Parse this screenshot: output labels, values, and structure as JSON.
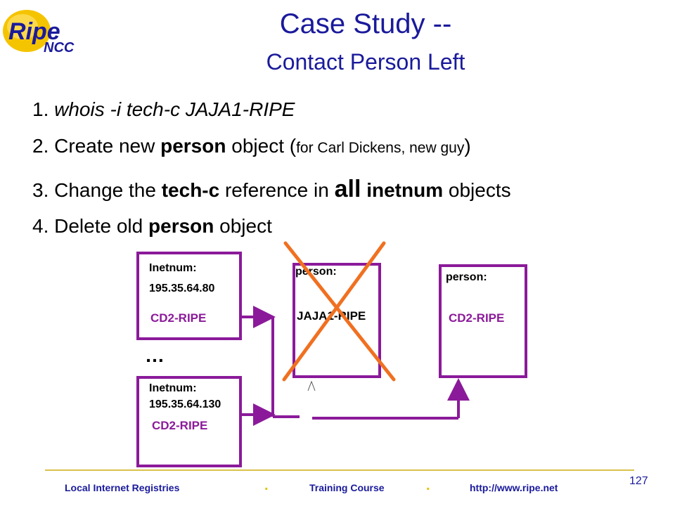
{
  "logo": {
    "main": "Ripe",
    "sub": "NCC"
  },
  "title": {
    "line1": "Case Study --",
    "line2": "Contact Person Left"
  },
  "steps": [
    {
      "num": "1.",
      "text": "whois -i tech-c JAJA1-RIPE"
    },
    {
      "num": "2.",
      "pre": "Create new",
      "bold": "person",
      "mid": "object (",
      "small": "for Carl Dickens, new guy",
      "post": ")"
    },
    {
      "num": "3.",
      "pre": "Change the",
      "bold": "tech-c",
      "mid": "reference in",
      "big": "all",
      "bold2": "inetnum",
      "post": "objects"
    },
    {
      "num": "4.",
      "pre": "Delete old",
      "bold": "person",
      "post": "object"
    }
  ],
  "diagram": {
    "inetnum1": {
      "label": "Inetnum:",
      "address": "195.35.64.80",
      "ref": "CD2-RIPE"
    },
    "inetnum2": {
      "label": "Inetnum:",
      "address": "195.35.64.130",
      "ref": "CD2-RIPE"
    },
    "old_person": {
      "label": "person:",
      "handle": "JAJA1-RIPE"
    },
    "new_person": {
      "label": "person:",
      "handle": "CD2-RIPE"
    },
    "ellipsis": "…",
    "colors": {
      "box": "#8b1a9a",
      "cross": "#f07020"
    }
  },
  "footer": {
    "left": "Local Internet Registries",
    "center": "Training Course",
    "right": "http://www.ripe.net",
    "separator": ".",
    "page": "127"
  }
}
